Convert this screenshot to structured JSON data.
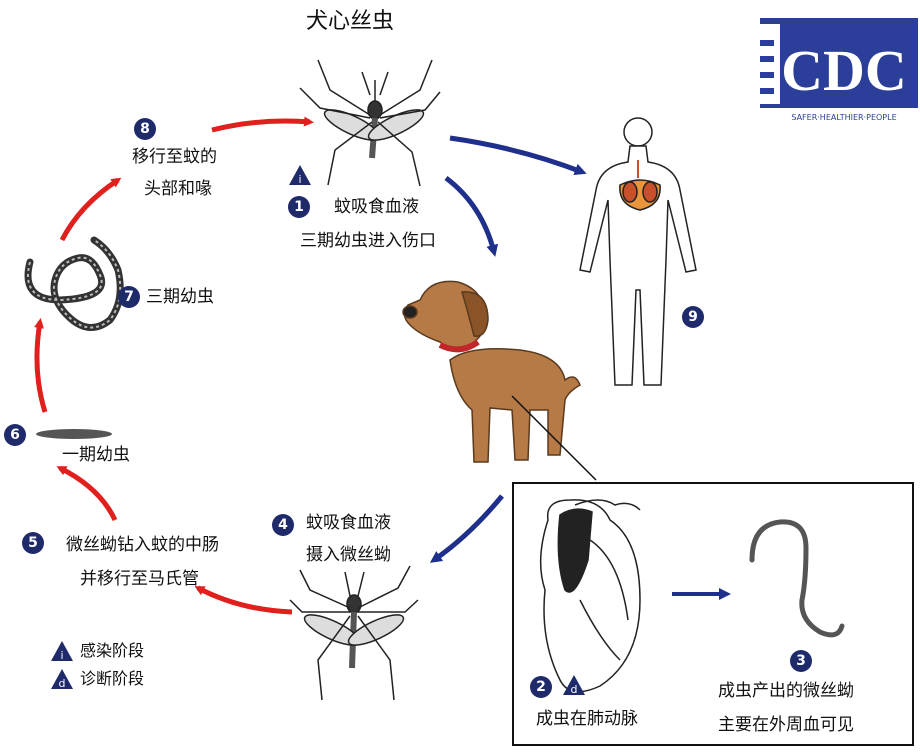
{
  "title": "犬心丝虫",
  "logo": {
    "text": "CDC",
    "tagline": "SAFER·HEALTHIER·PEOPLE"
  },
  "colors": {
    "red_arrow": "#e0201c",
    "blue_arrow": "#1f2f8c",
    "badge": "#1f2a6b",
    "dog": "#b57a46",
    "collar": "#c0262a"
  },
  "stages": {
    "s1": {
      "num": "1",
      "line1": "蚊吸食血液",
      "line2": "三期幼虫进入伤口"
    },
    "s2": {
      "num": "2",
      "label": "成虫在肺动脉"
    },
    "s3": {
      "num": "3",
      "line1": "成虫产出的微丝蚴",
      "line2": "主要在外周血可见"
    },
    "s4": {
      "num": "4",
      "line1": "蚊吸食血液",
      "line2": "摄入微丝蚴"
    },
    "s5": {
      "num": "5",
      "line1": "微丝蚴钻入蚊的中肠",
      "line2": "并移行至马氏管"
    },
    "s6": {
      "num": "6",
      "label": "一期幼虫"
    },
    "s7": {
      "num": "7",
      "label": "三期幼虫"
    },
    "s8": {
      "num": "8",
      "line1": "移行至蚊的",
      "line2": "头部和喙"
    },
    "s9": {
      "num": "9"
    }
  },
  "legend": {
    "infective": "感染阶段",
    "diagnostic": "诊断阶段",
    "i_mark": "i",
    "d_mark": "d"
  }
}
